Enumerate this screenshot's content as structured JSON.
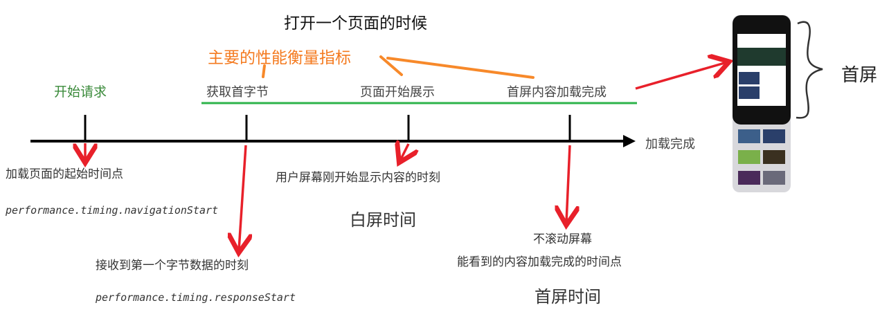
{
  "title": "打开一个页面的时候",
  "metrics_label": "主要的性能衡量指标",
  "colors": {
    "metrics": "#f47a1f",
    "start": "#3a8a3a",
    "highlight_line": "#2db34a",
    "arrows": "#e8202a",
    "axis": "#000000"
  },
  "timeline": {
    "start_label": "开始请求",
    "milestones": [
      "获取首字节",
      "页面开始展示",
      "首屏内容加载完成"
    ],
    "end_label": "加载完成"
  },
  "notes": {
    "start_desc": "加载页面的起始时间点",
    "start_api": "performance.timing.navigationStart",
    "first_byte_desc": "接收到第一个字节数据的时刻",
    "first_byte_api": "performance.timing.responseStart",
    "first_paint_desc": "用户屏幕刚开始显示内容的时刻",
    "first_paint_name": "白屏时间",
    "first_screen_desc_1": "不滚动屏幕",
    "first_screen_desc_2": "能看到的内容加载完成的时间点",
    "first_screen_name": "首屏时间"
  },
  "phone": {
    "label": "首屏"
  }
}
